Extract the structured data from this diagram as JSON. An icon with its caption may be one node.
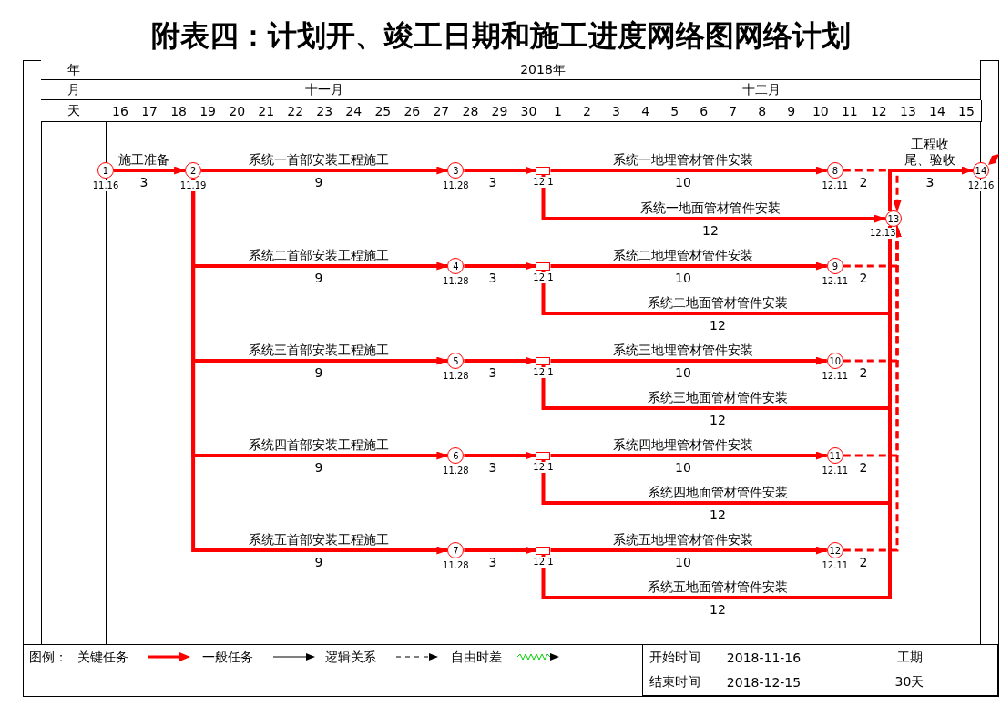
{
  "diagram": {
    "title": "附表四：计划开、竣工日期和施工进度网络图网络计划",
    "nodes": [
      {
        "text": [
          "1"
        ],
        "beside": [
          "11.16"
        ]
      },
      {
        "text": [
          "2"
        ],
        "beside": [
          "11.19"
        ]
      },
      {
        "text": [
          "3"
        ],
        "beside": [
          "11.28"
        ]
      },
      {
        "text": [
          "4"
        ],
        "beside": [
          "11.28"
        ]
      },
      {
        "text": [
          "5"
        ],
        "beside": [
          "11.28"
        ]
      },
      {
        "text": [
          "6"
        ],
        "beside": [
          "11.28"
        ]
      },
      {
        "text": [
          "7"
        ],
        "beside": [
          "11.28"
        ]
      },
      {
        "text": [
          "8"
        ],
        "beside": [
          "12.11"
        ]
      },
      {
        "text": [
          "9"
        ],
        "beside": [
          "12.11"
        ]
      },
      {
        "text": [
          "10"
        ],
        "beside": [
          "12.11"
        ]
      },
      {
        "text": [
          "11"
        ],
        "beside": [
          "12.11"
        ]
      },
      {
        "text": [
          "12"
        ],
        "beside": [
          "12.11"
        ]
      },
      {
        "text": [
          "13"
        ],
        "beside": [
          "12.13"
        ]
      },
      {
        "text": [
          "14"
        ],
        "beside": [
          "12.16"
        ]
      },
      {
        "text": [],
        "shape": "box",
        "beside": [
          "12.1"
        ]
      },
      {
        "text": [],
        "shape": "box",
        "beside": [
          "12.1"
        ]
      },
      {
        "text": [],
        "shape": "box",
        "beside": [
          "12.1"
        ]
      },
      {
        "text": [],
        "shape": "box",
        "beside": [
          "12.1"
        ]
      },
      {
        "text": [],
        "shape": "box",
        "beside": [
          "12.1"
        ]
      }
    ],
    "edges": [
      {
        "from": 0,
        "to": 1,
        "arrow": "to",
        "label": "施工准备"
      },
      {
        "from": 1,
        "to": 2,
        "arrow": "to",
        "label": "系统一首部安装工程施工"
      },
      {
        "from": 1,
        "to": 3,
        "arrow": "to",
        "label": "系统二首部安装工程施工"
      },
      {
        "from": 1,
        "to": 4,
        "arrow": "to",
        "label": "系统三首部安装工程施工"
      },
      {
        "from": 1,
        "to": 5,
        "arrow": "to",
        "label": "系统四首部安装工程施工"
      },
      {
        "from": 1,
        "to": 6,
        "arrow": "to",
        "label": "系统五首部安装工程施工"
      },
      {
        "from": 2,
        "to": 14,
        "arrow": "to"
      },
      {
        "from": 3,
        "to": 15,
        "arrow": "to"
      },
      {
        "from": 4,
        "to": 16,
        "arrow": "to"
      },
      {
        "from": 5,
        "to": 17,
        "arrow": "to"
      },
      {
        "from": 6,
        "to": 18,
        "arrow": "to"
      },
      {
        "from": 14,
        "to": 7,
        "arrow": "to",
        "label": "系统一地埋管材管件安装"
      },
      {
        "from": 14,
        "to": 12,
        "arrow": "to",
        "label": "系统一地面管材管件安装"
      },
      {
        "from": 15,
        "to": 8,
        "arrow": "to",
        "label": "系统二地埋管材管件安装"
      },
      {
        "from": 15,
        "to": 12,
        "arrow": "to",
        "label": "系统二地面管材管件安装"
      },
      {
        "from": 16,
        "to": 9,
        "arrow": "to",
        "label": "系统三地埋管材管件安装"
      },
      {
        "from": 16,
        "to": 12,
        "arrow": "to",
        "label": "系统三地面管材管件安装"
      },
      {
        "from": 17,
        "to": 10,
        "arrow": "to",
        "label": "系统四地埋管材管件安装"
      },
      {
        "from": 17,
        "to": 12,
        "arrow": "to",
        "label": "系统四地面管材管件安装"
      },
      {
        "from": 18,
        "to": 11,
        "arrow": "to",
        "label": "系统五地埋管材管件安装"
      },
      {
        "from": 18,
        "to": 12,
        "arrow": "to",
        "label": "系统五地面管材管件安装"
      },
      {
        "from": 7,
        "to": 12,
        "arrow": "to",
        "style": "dashed"
      },
      {
        "from": 8,
        "to": 12,
        "arrow": "to",
        "style": "dashed"
      },
      {
        "from": 9,
        "to": 12,
        "arrow": "to",
        "style": "dashed"
      },
      {
        "from": 10,
        "to": 12,
        "arrow": "to",
        "style": "dashed"
      },
      {
        "from": 11,
        "to": 12,
        "arrow": "to",
        "style": "dashed"
      },
      {
        "from": 12,
        "to": 13,
        "arrow": "to",
        "label": "工程收尾、验收"
      }
    ],
    "labels": [
      "年",
      "2018年",
      "月",
      "十一月",
      "十二月",
      "天",
      "16",
      "17",
      "18",
      "19",
      "20",
      "21",
      "22",
      "23",
      "24",
      "25",
      "26",
      "27",
      "28",
      "29",
      "30",
      "1",
      "2",
      "3",
      "4",
      "5",
      "6",
      "7",
      "8",
      "9",
      "10",
      "11",
      "12",
      "13",
      "14",
      "15",
      "图例：",
      "开始时间",
      "2018-11-16",
      "工期",
      "结束时间",
      "2018-12-15",
      "30天",
      "3",
      "9",
      "9",
      "9",
      "9",
      "9",
      "3",
      "3",
      "3",
      "3",
      "3",
      "10",
      "12",
      "10",
      "12",
      "10",
      "12",
      "10",
      "12",
      "10",
      "12",
      "2",
      "2",
      "2",
      "2",
      "2",
      "3"
    ],
    "legend": [
      {
        "text": "关键任务"
      },
      {
        "text": "一般任务"
      },
      {
        "text": "逻辑关系"
      },
      {
        "text": "自由时差"
      }
    ]
  }
}
